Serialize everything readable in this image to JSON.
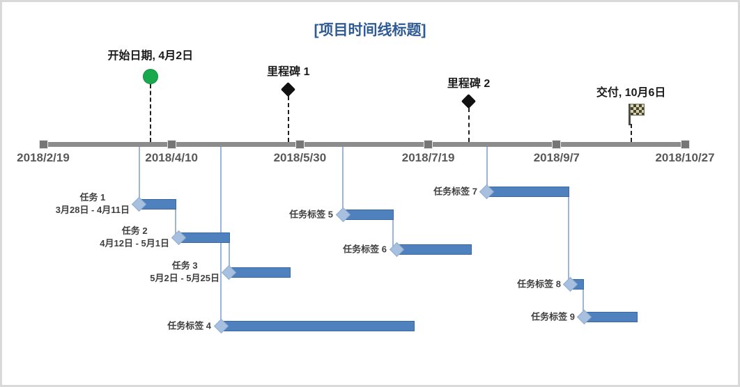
{
  "chart_data": {
    "type": "bar",
    "subtype": "project-timeline-gantt",
    "title": "[项目时间线标题]",
    "axis": {
      "orientation": "horizontal",
      "start": "2018/2/19",
      "end": "2018/10/27",
      "tick_labels": [
        "2018/2/19",
        "2018/4/10",
        "2018/5/30",
        "2018/7/19",
        "2018/9/7",
        "2018/10/27"
      ],
      "tick_fracs": [
        0,
        0.2,
        0.4,
        0.6,
        0.8,
        1
      ]
    },
    "milestones": [
      {
        "label": "开始日期, 4月2日",
        "marker": "green-circle",
        "axis_frac": 0.167
      },
      {
        "label": "里程碑 1",
        "marker": "black-diamond",
        "axis_frac": 0.382
      },
      {
        "label": "里程碑 2",
        "marker": "black-diamond",
        "axis_frac": 0.663
      },
      {
        "label": "交付, 10月6日",
        "marker": "checkered-flag",
        "axis_frac": 0.916
      }
    ],
    "tasks": [
      {
        "label": "任务 1",
        "date_range": "3月28日 - 4月11日",
        "start_frac": 0.1498,
        "end_frac": 0.2074,
        "connector": "axis"
      },
      {
        "label": "任务 2",
        "date_range": "4月12日 - 5月1日",
        "start_frac": 0.2117,
        "end_frac": 0.291,
        "connector": "from-previous"
      },
      {
        "label": "任务 3",
        "date_range": "5月2日 - 5月25日",
        "start_frac": 0.2899,
        "end_frac": 0.3854,
        "connector": "from-previous"
      },
      {
        "label": "任务标签 4",
        "date_range": "",
        "start_frac": 0.2769,
        "end_frac": 0.5787,
        "connector": "axis"
      },
      {
        "label": "任务标签 5",
        "date_range": "",
        "start_frac": 0.4669,
        "end_frac": 0.5461,
        "connector": "axis"
      },
      {
        "label": "任务标签 6",
        "date_range": "",
        "start_frac": 0.5505,
        "end_frac": 0.6678,
        "connector": "from-previous"
      },
      {
        "label": "任务标签 7",
        "date_range": "",
        "start_frac": 0.6916,
        "end_frac": 0.8198,
        "connector": "axis"
      },
      {
        "label": "任务标签 8",
        "date_range": "",
        "start_frac": 0.8219,
        "end_frac": 0.8426,
        "connector": "from-previous"
      },
      {
        "label": "任务标签 9",
        "date_range": "",
        "start_frac": 0.8436,
        "end_frac": 0.9262,
        "connector": "from-previous"
      }
    ]
  },
  "colors": {
    "title": "#2F5B94",
    "bar_fill": "#4E81BD",
    "bar_border": "#3A69A0",
    "start_diamond_fill": "#A8C0E0",
    "start_diamond_border": "#8FACD0",
    "leader_line": "#9AB5D9",
    "axis_gray": "#8C8C8C",
    "axis_marker_gray": "#767676",
    "date_text": "#595959",
    "task_text": "#3F3F3F",
    "milestone_text": "#1A1A1A",
    "start_green": "#17A94B",
    "flag_light": "#D8D1B0",
    "flag_dark": "#44442F",
    "frame_border": "#D9D9D9"
  }
}
